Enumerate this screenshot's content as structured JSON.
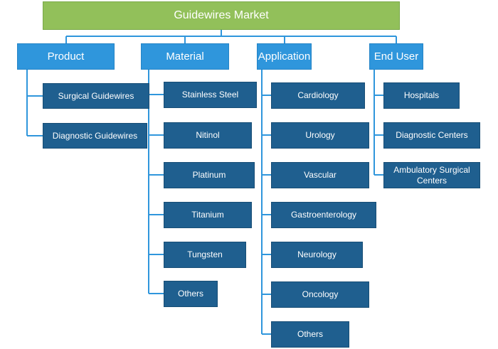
{
  "title": "Guidewires Market",
  "categories": [
    {
      "label": "Product",
      "items": [
        "Surgical Guidewires",
        "Diagnostic Guidewires"
      ]
    },
    {
      "label": "Material",
      "items": [
        "Stainless Steel",
        "Nitinol",
        "Platinum",
        "Titanium",
        "Tungsten",
        "Others"
      ]
    },
    {
      "label": "Application",
      "items": [
        "Cardiology",
        "Urology",
        "Vascular",
        "Gastroenterology",
        "Neurology",
        "Oncology",
        "Others"
      ]
    },
    {
      "label": "End User",
      "items": [
        "Hospitals",
        "Diagnostic Centers",
        "Ambulatory Surgical Centers"
      ]
    }
  ],
  "colors": {
    "root": "#92c05a",
    "category": "#2f96dc",
    "item": "#1f5f8f",
    "connector": "#2f96dc"
  }
}
